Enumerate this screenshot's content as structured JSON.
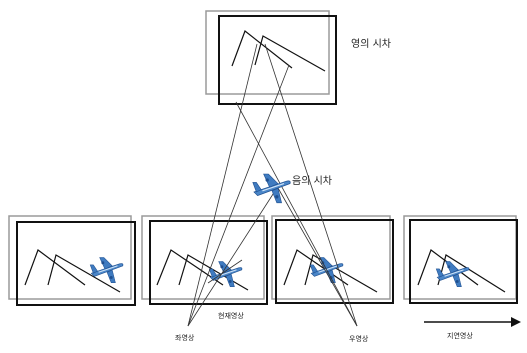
{
  "labels": {
    "zero_parallax": "영의 시차",
    "negative_parallax": "음의 시차",
    "current_image": "현재영상",
    "left_image": "좌영상",
    "right_image": "우영상",
    "delayed_image": "지연영상"
  },
  "colors": {
    "frame_dark": "#111111",
    "frame_light": "#9a9a9a",
    "airplane_body": "#4a86c8",
    "airplane_shade": "#1f4f8f"
  },
  "icons": {
    "airplane": "airplane-icon",
    "arrow": "arrow-right-icon"
  }
}
